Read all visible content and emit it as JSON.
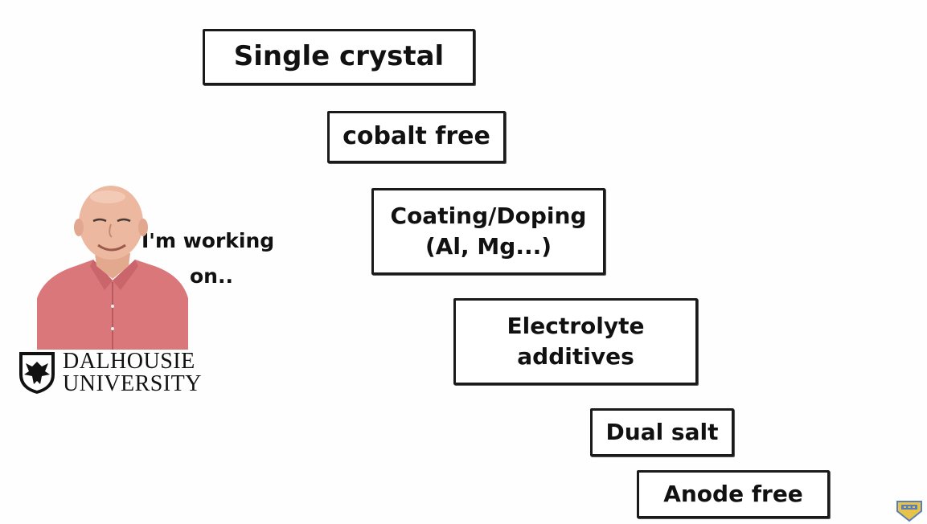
{
  "boxes": {
    "single_crystal": "Single crystal",
    "cobalt_free": "cobalt free",
    "coating_line1": "Coating/Doping",
    "coating_line2": "(Al, Mg...)",
    "electrolyte_line1": "Electrolyte",
    "electrolyte_line2": "additives",
    "dual_salt": "Dual salt",
    "anode_free": "Anode free"
  },
  "speaker": {
    "caption_line1": "I'm working",
    "caption_line2": "on..",
    "university_line1": "DALHOUSIE",
    "university_line2": "UNIVERSITY"
  },
  "icons": {
    "portrait": "person-portrait",
    "crest": "dalhousie-crest-icon",
    "corner_logo": "channel-logo-icon"
  },
  "colors": {
    "background": "#fefefe",
    "box_border": "#1a1a1a",
    "shirt": "#d9777b",
    "crest_bg": "#111111",
    "logo": "#e8c34a"
  }
}
